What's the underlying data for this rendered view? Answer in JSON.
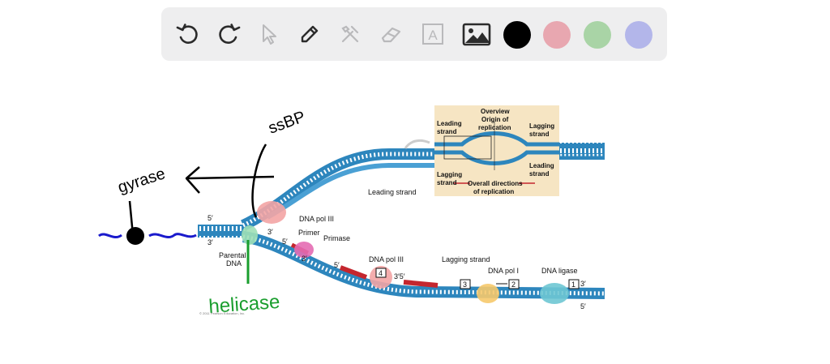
{
  "toolbar": {
    "tools": [
      {
        "name": "undo-icon"
      },
      {
        "name": "redo-icon"
      },
      {
        "name": "select-pointer-icon"
      },
      {
        "name": "pen-icon"
      },
      {
        "name": "tools-icon"
      },
      {
        "name": "eraser-icon"
      },
      {
        "name": "text-icon",
        "glyph": "A"
      },
      {
        "name": "image-icon"
      }
    ],
    "colors": [
      "#000000",
      "#e8a7b0",
      "#a9d4a6",
      "#b3b6ea"
    ]
  },
  "diagram": {
    "labels": {
      "five_prime_top": "5′",
      "three_prime_top": "3′",
      "parental_dna": [
        "Parental",
        "DNA"
      ],
      "dna_pol_iii_top": "DNA pol III",
      "primer": "Primer",
      "primase": "Primase",
      "leading_strand": "Leading strand",
      "dna_pol_iii_bottom": "DNA pol III",
      "lagging_strand": "Lagging strand",
      "dna_pol_i": "DNA pol I",
      "dna_ligase": "DNA ligase",
      "three_prime_right": "3′",
      "five_prime_right": "5′",
      "primer_3": "3′",
      "primer_5": "5′",
      "pol3_bottom_35": "3′5′",
      "mid_3": "3′",
      "step_4": "4",
      "step_3": "3",
      "step_2": "2",
      "step_1": "1",
      "copyright": "© 2011 Pearson Education, Inc."
    },
    "overview": {
      "title": "Overview",
      "origin": [
        "Origin of",
        "replication"
      ],
      "leading_top": [
        "Leading",
        "strand"
      ],
      "lagging_top": [
        "Lagging",
        "strand"
      ],
      "lagging_bottom": [
        "Lagging",
        "strand"
      ],
      "leading_bottom": [
        "Leading",
        "strand"
      ],
      "directions": [
        "Overall directions",
        "of replication"
      ]
    }
  },
  "annotations": {
    "gyrase": "gyrase",
    "ssbp": "ssBP",
    "helicase": "helicase"
  }
}
